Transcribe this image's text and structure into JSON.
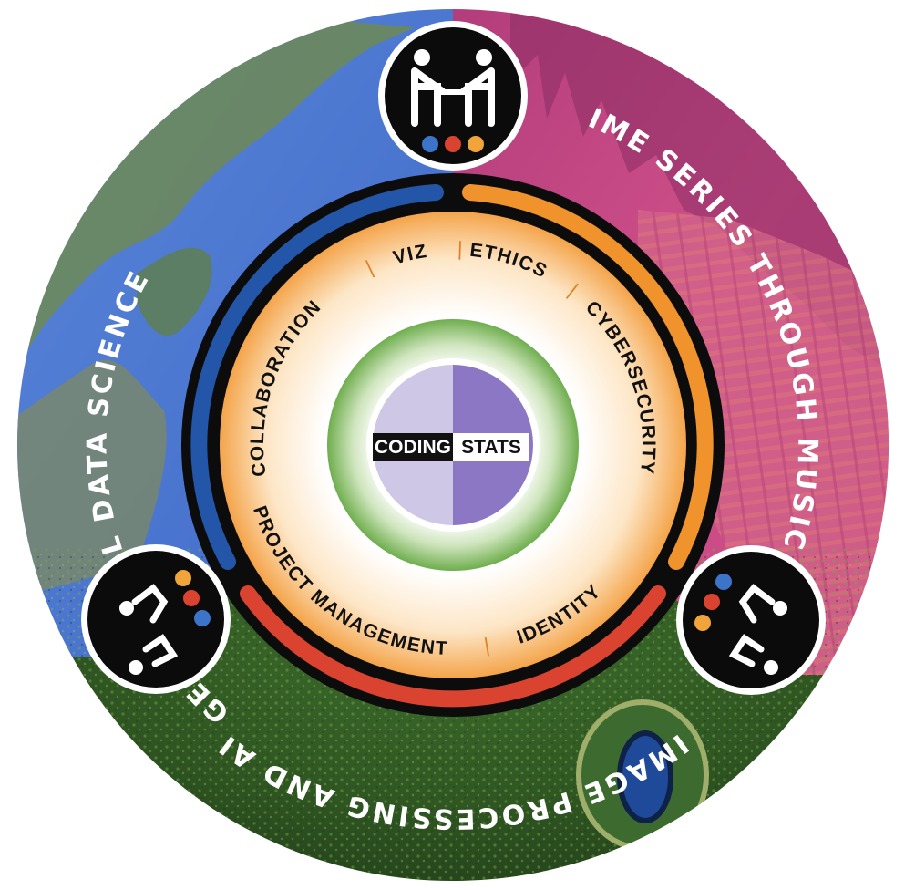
{
  "outer_topics": [
    {
      "label": "GEOSPATIAL DATA SCIENCE",
      "color": "#4a73d6"
    },
    {
      "label": "TIME SERIES THROUGH MUSIC",
      "color": "#c94a86"
    },
    {
      "label": "IMAGE PROCESSING AND AI",
      "color": "#2c6a2a"
    }
  ],
  "inner_topics": [
    "COLLABORATION",
    "VIZ",
    "ETHICS",
    "CYBERSECURITY",
    "IDENTITY",
    "PROJECT MANAGEMENT"
  ],
  "separator": "|",
  "center": {
    "left": "CODING",
    "right": "STATS"
  },
  "icons": [
    {
      "name": "team-collaboration-icon"
    },
    {
      "name": "team-pair-icon-left"
    },
    {
      "name": "team-pair-icon-right"
    }
  ],
  "colors": {
    "blue": "#2356a8",
    "orange": "#f0932c",
    "red": "#d9432f",
    "green": "#78b356",
    "purple_light": "#cfc7e6",
    "purple_dark": "#8b77c4",
    "dot_blue": "#3b74c9",
    "dot_red": "#d9432f",
    "dot_orange": "#f0a43a"
  }
}
